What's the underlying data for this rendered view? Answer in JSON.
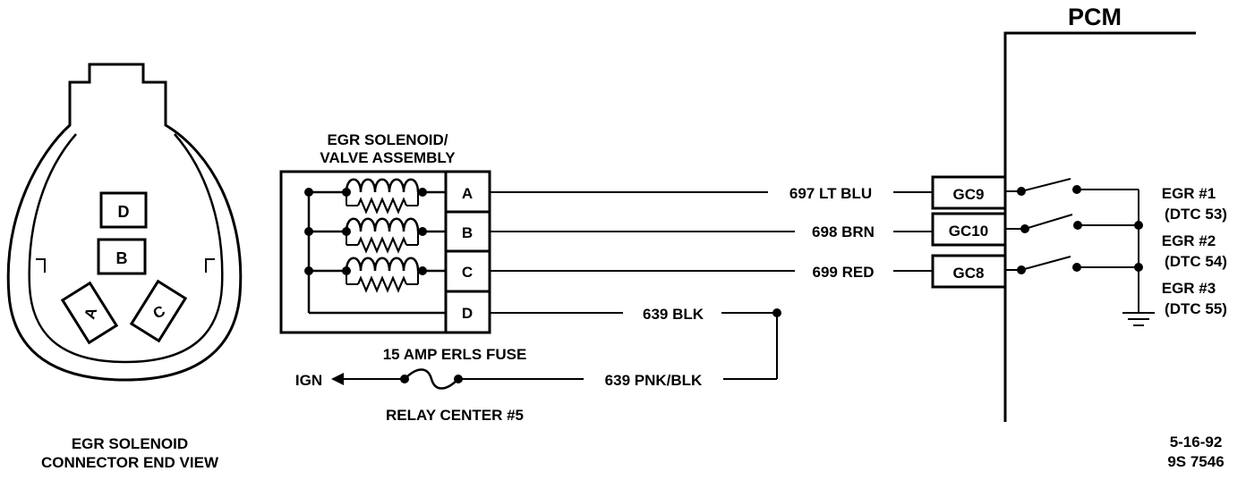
{
  "connector_view": {
    "caption_line1": "EGR SOLENOID",
    "caption_line2": "CONNECTOR END VIEW",
    "pins": {
      "d": "D",
      "b": "B",
      "a": "A",
      "c": "C"
    }
  },
  "assembly": {
    "title_line1": "EGR SOLENOID/",
    "title_line2": "VALVE ASSEMBLY",
    "terminals": {
      "a": "A",
      "b": "B",
      "c": "C",
      "d": "D"
    }
  },
  "wires": {
    "a": "697 LT BLU",
    "b": "698 BRN",
    "c": "699 RED",
    "d": "639 BLK",
    "fuse_wire": "639 PNK/BLK"
  },
  "fuse": {
    "label": "15 AMP ERLS FUSE",
    "relay": "RELAY CENTER #5",
    "ign": "IGN"
  },
  "pcm": {
    "title": "PCM",
    "pins": {
      "a": "GC9",
      "b": "GC10",
      "c": "GC8"
    }
  },
  "outputs": {
    "egr1_name": "EGR #1",
    "egr1_dtc": "(DTC 53)",
    "egr2_name": "EGR #2",
    "egr2_dtc": "(DTC 54)",
    "egr3_name": "EGR #3",
    "egr3_dtc": "(DTC 55)"
  },
  "footer": {
    "date": "5-16-92",
    "code": "9S 7546"
  }
}
